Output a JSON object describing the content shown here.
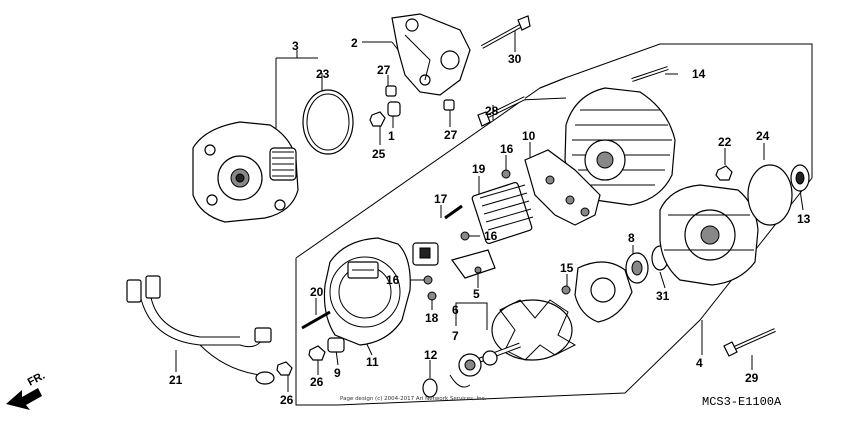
{
  "labels": {
    "p1": "1",
    "p2": "2",
    "p3": "3",
    "p4": "4",
    "p5": "5",
    "p6": "6",
    "p7": "7",
    "p8": "8",
    "p9": "9",
    "p10": "10",
    "p11": "11",
    "p12": "12",
    "p13": "13",
    "p14": "14",
    "p15": "15",
    "p16a": "16",
    "p16b": "16",
    "p16c": "16",
    "p17": "17",
    "p18": "18",
    "p19": "19",
    "p20": "20",
    "p21": "21",
    "p22": "22",
    "p23": "23",
    "p24": "24",
    "p25": "25",
    "p26a": "26",
    "p26b": "26",
    "p27a": "27",
    "p27b": "27",
    "p28": "28",
    "p29": "29",
    "p30": "30",
    "p31": "31"
  },
  "diagram_code": "MCS3-E1100A",
  "direction_label": "FR.",
  "copyright": "Page design (c) 2004-2017 Ari Network Services, Inc."
}
